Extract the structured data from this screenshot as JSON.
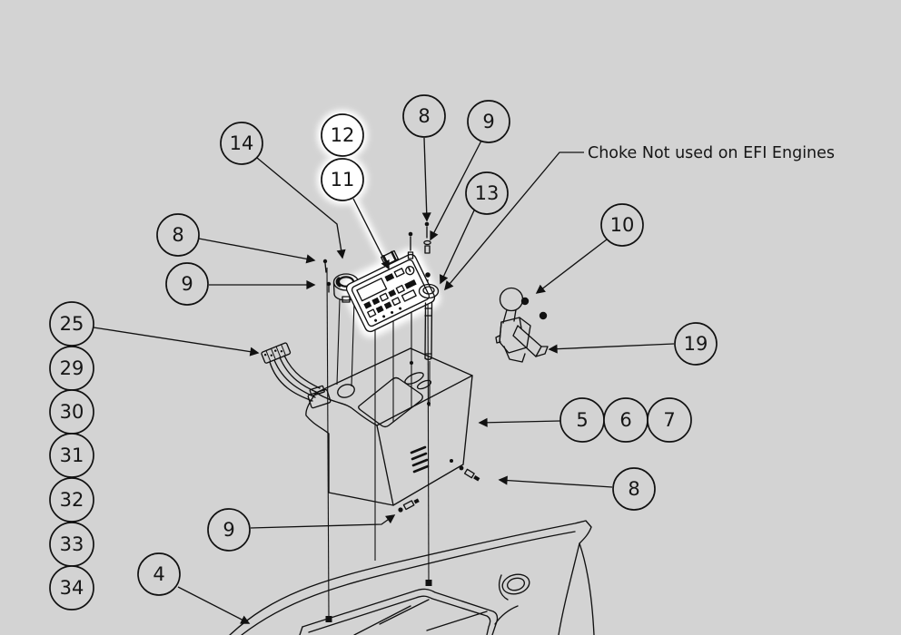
{
  "diagram": {
    "note": "Choke Not used on EFI Engines",
    "colors": {
      "background": "#d3d3d3",
      "line": "#111111",
      "halo": "#ffffff"
    },
    "callouts": {
      "c14": "14",
      "c12": "12",
      "c11": "11",
      "c8_top": "8",
      "c9_top": "9",
      "c13": "13",
      "c10": "10",
      "c19": "19",
      "c8_left": "8",
      "c9_left": "9",
      "c25": "25",
      "c29": "29",
      "c30": "30",
      "c31": "31",
      "c32": "32",
      "c33": "33",
      "c34": "34",
      "c5": "5",
      "c6": "6",
      "c7": "7",
      "c8_right": "8",
      "c9_bottom": "9",
      "c4": "4"
    }
  }
}
